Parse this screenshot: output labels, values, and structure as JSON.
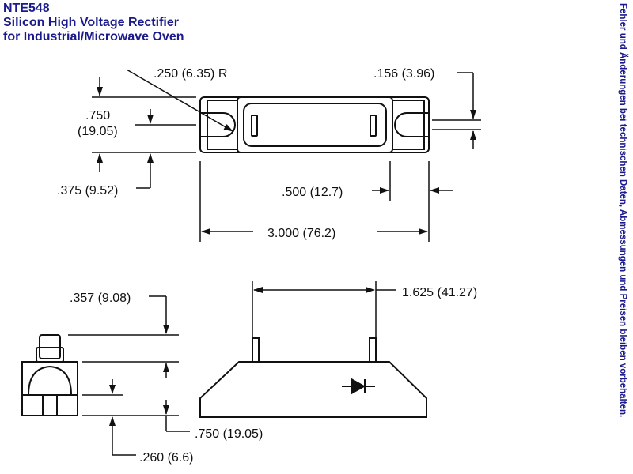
{
  "header": {
    "part_number": "NTE548",
    "line1": "Silicon High Voltage Rectifier",
    "line2": "for Industrial/Microwave Oven"
  },
  "side_note": "Fehler und Änderungen bei technischen Daten, Abmessungen und Preisen bleiben vorbehalten.",
  "dimensions": {
    "radius": ".250 (6.35) R",
    "width": ".750",
    "width_mm": "(19.05)",
    "slot": ".156 (3.96)",
    "half_width": ".375 (9.52)",
    "slot_depth": ".500 (12.7)",
    "length": "3.000 (76.2)",
    "lead_spacing": "1.625 (41.27)",
    "lead_height": ".357 (9.08)",
    "body_height": ".750 (19.05)",
    "base_height": ".260 (6.6)"
  },
  "colors": {
    "title": "#1a1a8c",
    "drawing": "#111111"
  }
}
